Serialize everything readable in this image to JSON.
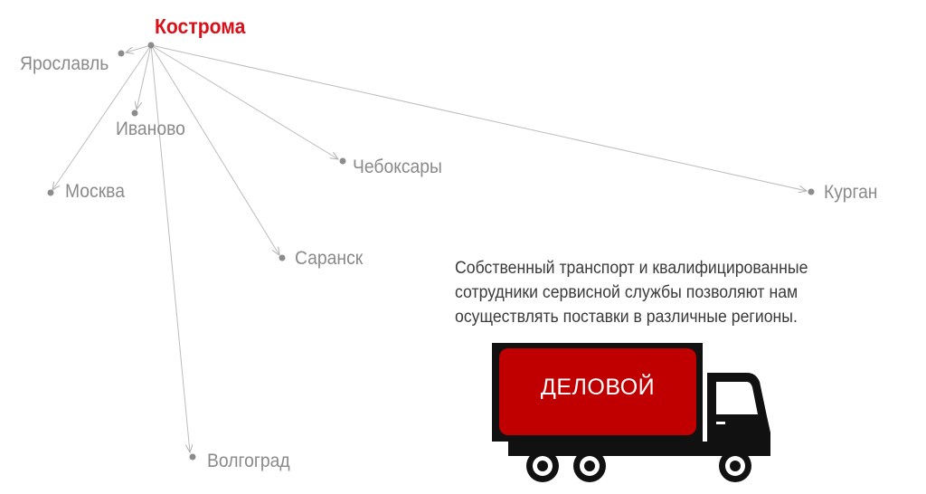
{
  "hub": {
    "name": "Кострома"
  },
  "cities": [
    {
      "id": "yaroslavl",
      "name": "Ярославль"
    },
    {
      "id": "ivanovo",
      "name": "Иваново"
    },
    {
      "id": "moskva",
      "name": "Москва"
    },
    {
      "id": "cheboksary",
      "name": "Чебоксары"
    },
    {
      "id": "kurgan",
      "name": "Курган"
    },
    {
      "id": "saransk",
      "name": "Саранск"
    },
    {
      "id": "volgograd",
      "name": "Волгоград"
    }
  ],
  "description": {
    "line1": "Собственный транспорт и квалифицированные",
    "line2": "сотрудники сервисной службы позволяют нам",
    "line3": "осуществлять поставки в различные регионы."
  },
  "truck": {
    "label": "ДЕЛОВОЙ"
  },
  "colors": {
    "hub_text": "#d8111b",
    "city_text": "#8a8a8a",
    "line": "#b9b9b9",
    "truck_body": "#c00000",
    "truck_dark": "#111111"
  }
}
